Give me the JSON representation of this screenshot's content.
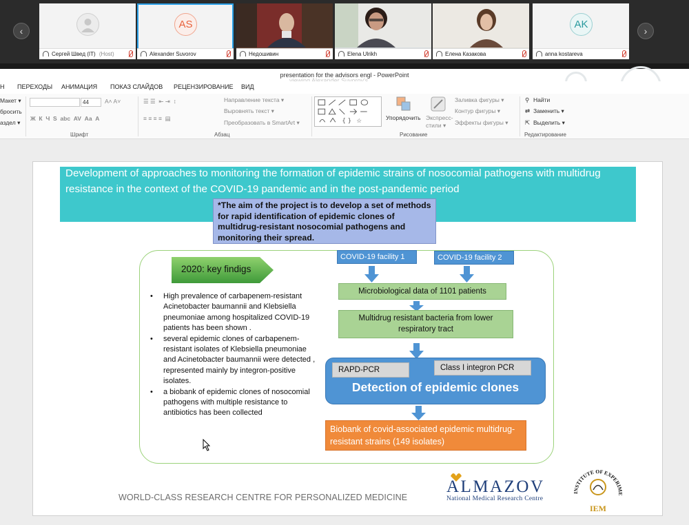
{
  "participants": [
    {
      "name": "Сергей Швед (IT)",
      "role": "(Host)",
      "avatar": "",
      "type": "generic"
    },
    {
      "name": "Alexander Suvorov",
      "role": "",
      "avatar": "AS",
      "type": "initials-orange"
    },
    {
      "name": "Недошивин",
      "role": "",
      "avatar": "",
      "type": "video"
    },
    {
      "name": "Elena Ulrikh",
      "role": "",
      "avatar": "",
      "type": "video"
    },
    {
      "name": "Елена Казакова",
      "role": "",
      "avatar": "",
      "type": "video"
    },
    {
      "name": "anna kostareva",
      "role": "",
      "avatar": "AK",
      "type": "initials-teal"
    }
  ],
  "nav": {
    "prev": "‹",
    "next": "›"
  },
  "window": {
    "title": "presentation for the advisors engl - PowerPoint",
    "ghost": "viewing Alexander Suvorov's..."
  },
  "ribbon_tabs": [
    "Н",
    "ПЕРЕХОДЫ",
    "АНИМАЦИЯ",
    "ПОКАЗ СЛАЙДОВ",
    "РЕЦЕНЗИРОВАНИЕ",
    "ВИД"
  ],
  "ribbon": {
    "slides": [
      "Макет ▾",
      "бросить",
      "аздел ▾"
    ],
    "font_size": "44",
    "font_group": "Шрифт",
    "para_items": [
      "Направление текста ▾",
      "Выровнять текст ▾",
      "Преобразовать в SmartArt ▾"
    ],
    "para_group": "Абзац",
    "arrange": "Упорядочить",
    "express": "Экспресс-стили ▾",
    "shape_items": [
      "Заливка фигуры ▾",
      "Контур фигуры ▾",
      "Эффекты фигуры ▾"
    ],
    "draw_group": "Рисование",
    "edit_items": [
      "Найти",
      "Заменить ▾",
      "Выделить ▾"
    ],
    "edit_group": "Редактирование"
  },
  "slide": {
    "title": "Development of approaches to monitoring the formation of epidemic strains of nosocomial pathogens with multidrug resistance in the context of the COVID-19 pandemic and in the post-pandemic period",
    "aim": "*The aim of the project is to develop a set of methods for rapid identification of epidemic clones of multidrug-resistant nosocomial pathogens and monitoring their spread.",
    "key_findings": "2020: key findigs",
    "bullets": [
      "High prevalence of carbapenem-resistant Acinetobacter baumannii and Klebsiella pneumoniae among hospitalized COVID-19 patients has been shown .",
      "several epidemic clones of carbapenem-resistant isolates of Klebsiella pneumoniae and Acinetobacter baumannii were detected , represented mainly by integron-positive isolates.",
      "a biobank of epidemic clones of nosocomial pathogens with multiple resistance to antibiotics has been collected"
    ],
    "flow": {
      "facility1": "COVID-19 facility 1",
      "facility2": "COVID-19 facility 2",
      "micro": "Microbiological data of 1101 patients",
      "mdr": "Multidrug resistant bacteria from lower respiratory tract",
      "rapd": "RAPD-PCR",
      "integron": "Class I integron PCR",
      "detection": "Detection of epidemic clones",
      "biobank": "Biobank of covid-associated epidemic multidrug-resistant strains (149 isolates)"
    },
    "footer": "WORLD-CLASS RESEARCH CENTRE FOR PERSONALIZED MEDICINE"
  },
  "colors": {
    "banner": "#3ec8cc",
    "aim_box": "#a6b8e8",
    "blue": "#4f94d4",
    "green": "#a9d394",
    "orange": "#f08a3a",
    "panel_border": "#9bd27a"
  }
}
